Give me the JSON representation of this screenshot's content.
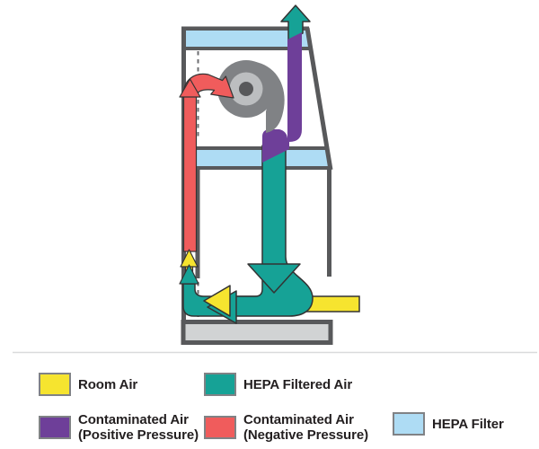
{
  "colors": {
    "room_air": "#f6e42f",
    "hepa_filtered_air": "#16a296",
    "contaminated_positive": "#6e3f99",
    "contaminated_negative": "#f05c5c",
    "hepa_filter": "#aedcf4",
    "cabinet_outline": "#58595b",
    "blower_body": "#808285",
    "blower_inner": "#bcbec0",
    "blower_hub": "#58595b",
    "base_fill": "#d1d3d4",
    "divider": "#d9dadc",
    "arrow_outline": "#333333",
    "text": "#231f20"
  },
  "legend": {
    "items": [
      {
        "id": "room-air",
        "lines": [
          "Room Air"
        ]
      },
      {
        "id": "hepa-filtered-air",
        "lines": [
          "HEPA Filtered Air"
        ]
      },
      {
        "id": "contaminated-air-positive",
        "lines": [
          "Contaminated Air",
          "(Positive Pressure)"
        ]
      },
      {
        "id": "contaminated-air-negative",
        "lines": [
          "Contaminated Air",
          "(Negative Pressure)"
        ]
      },
      {
        "id": "hepa-filter",
        "lines": [
          "HEPA Filter"
        ]
      }
    ]
  }
}
